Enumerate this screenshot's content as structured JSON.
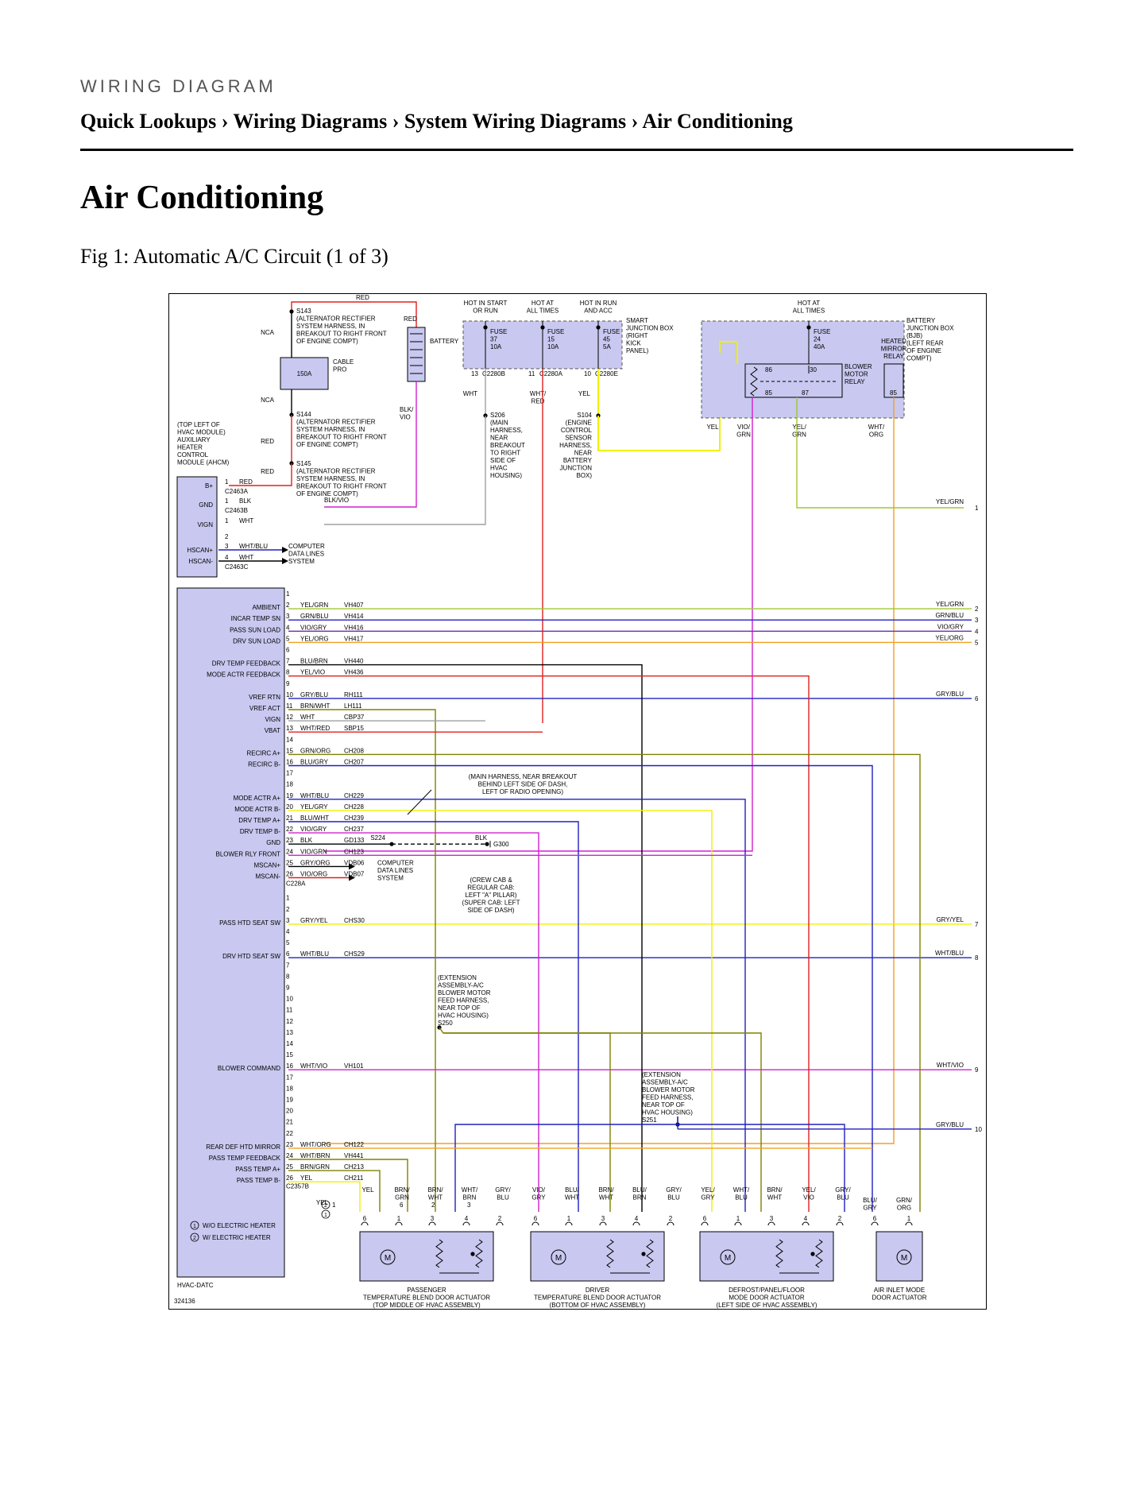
{
  "header": {
    "kicker": "WIRING DIAGRAM",
    "breadcrumb": "Quick Lookups › Wiring Diagrams › System Wiring Diagrams › Air Conditioning",
    "page_title": "Air Conditioning",
    "figure_caption": "Fig 1: Automatic A/C Circuit (1 of 3)"
  },
  "diagram": {
    "figure_id": "324136",
    "colors": {
      "panel": "#c8c8f0",
      "red": "#e02020",
      "magenta": "#d020d0",
      "yellow": "#f0f000",
      "green": "#a0c830",
      "blue": "#2020c0",
      "orange": "#f0a020",
      "olive": "#808000",
      "gray": "#a0a0a0",
      "black": "#000000",
      "violet": "#7030a0"
    },
    "top_labels": {
      "red_top": "RED",
      "s143": [
        "S143",
        "(ALTERNATOR RECTIFIER",
        "SYSTEM HARNESS, IN",
        "BREAKOUT TO RIGHT FRONT",
        "OF ENGINE COMPT)"
      ],
      "s144": [
        "S144",
        "(ALTERNATOR RECTIFIER",
        "SYSTEM HARNESS, IN",
        "BREAKOUT TO RIGHT FRONT",
        "OF ENGINE COMPT)"
      ],
      "s145": [
        "S145",
        "(ALTERNATOR RECTIFIER",
        "SYSTEM HARNESS, IN",
        "BREAKOUT TO RIGHT FRONT",
        "OF ENGINE COMPT)"
      ],
      "nca_top": "NCA",
      "nca_bottom": "NCA",
      "red_mid": "RED",
      "red_s144": "RED",
      "red_s145": "RED",
      "fuse150": "150A",
      "cable_pro": [
        "CABLE",
        "PRO"
      ],
      "battery": "BATTERY",
      "blk_vio": [
        "BLK/",
        "VIO"
      ],
      "hot_start": [
        "HOT IN START",
        "OR RUN"
      ],
      "hot_all": [
        "HOT AT",
        "ALL TIMES"
      ],
      "hot_run": [
        "HOT IN RUN",
        "AND ACC"
      ],
      "fuse37": [
        "FUSE",
        "37",
        "10A"
      ],
      "fuse15": [
        "FUSE",
        "15",
        "10A"
      ],
      "fuse45": [
        "FUSE",
        "45",
        "5A"
      ],
      "sjb": [
        "SMART",
        "JUNCTION BOX",
        "(RIGHT",
        "KICK",
        "PANEL)"
      ],
      "conn13": "13",
      "c2280b": "C2280B",
      "conn11": "11",
      "c2280a": "C2280A",
      "conn10": "10",
      "c2280e": "C2280E",
      "wht": "WHT",
      "wht_red": [
        "WHT/",
        "RED"
      ],
      "yel": "YEL",
      "s206": [
        "S206",
        "(MAIN",
        "HARNESS,",
        "NEAR",
        "BREAKOUT",
        "TO RIGHT",
        "SIDE OF",
        "HVAC",
        "HOUSING)"
      ],
      "s104": [
        "S104",
        "(ENGINE",
        "CONTROL",
        "SENSOR",
        "HARNESS,",
        "NEAR",
        "BATTERY",
        "JUNCTION",
        "BOX)"
      ],
      "hot_all_bjb": [
        "HOT AT",
        "ALL TIMES"
      ],
      "fuse24": [
        "FUSE",
        "24",
        "40A"
      ],
      "bjb": [
        "BATTERY",
        "JUNCTION BOX",
        "(BJB)",
        "(LEFT REAR",
        "OF ENGINE",
        "COMPT)"
      ],
      "heated_mirror": [
        "HEATED",
        "MIRROR",
        "RELAY"
      ],
      "blower_relay": [
        "BLOWER",
        "MOTOR",
        "RELAY"
      ],
      "relay_pins": [
        "86",
        "30",
        "85",
        "87",
        "85"
      ],
      "bjb_wires": [
        [
          "YEL"
        ],
        [
          "VIO/",
          "GRN"
        ],
        [
          "YEL/",
          "GRN"
        ],
        [
          "WHT/",
          "ORG"
        ]
      ],
      "ahcm": [
        "(TOP LEFT OF",
        "HVAC MODULE)",
        "AUXILIARY",
        "HEATER",
        "CONTROL",
        "MODULE (AHCM)"
      ]
    },
    "ahcm_pins": [
      {
        "label": "B+",
        "pin": "1",
        "color": "RED",
        "conn": "C2463A"
      },
      {
        "label": "GND",
        "pin": "1",
        "color": "BLK",
        "conn": "C2463B"
      },
      {
        "label": "VIGN",
        "pin": "1",
        "color": "WHT",
        "conn": ""
      },
      {
        "label": "HSCAN+",
        "pin": "3",
        "color": "WHT/BLU",
        "conn": ""
      },
      {
        "label": "HSCAN-",
        "pin": "4",
        "color": "WHT",
        "conn": "C2463C"
      }
    ],
    "ahcm_extra": {
      "pin2": "2",
      "blk_vio": "BLK/VIO",
      "data_lines": [
        "COMPUTER",
        "DATA LINES",
        "SYSTEM"
      ],
      "yel_grn_right": "YEL/GRN",
      "out1": "1"
    },
    "module_a_rows": [
      {
        "pin": "1",
        "label": "",
        "color": "",
        "circuit": ""
      },
      {
        "pin": "2",
        "label": "AMBIENT",
        "color": "YEL/GRN",
        "circuit": "VH407"
      },
      {
        "pin": "3",
        "label": "INCAR TEMP SN",
        "color": "GRN/BLU",
        "circuit": "VH414"
      },
      {
        "pin": "4",
        "label": "PASS SUN LOAD",
        "color": "VIO/GRY",
        "circuit": "VH416"
      },
      {
        "pin": "5",
        "label": "DRV SUN LOAD",
        "color": "YEL/ORG",
        "circuit": "VH417"
      },
      {
        "pin": "6",
        "label": "",
        "color": "",
        "circuit": ""
      },
      {
        "pin": "7",
        "label": "DRV TEMP FEEDBACK",
        "color": "BLU/BRN",
        "circuit": "VH440"
      },
      {
        "pin": "8",
        "label": "MODE ACTR FEEDBACK",
        "color": "YEL/VIO",
        "circuit": "VH436"
      },
      {
        "pin": "9",
        "label": "",
        "color": "",
        "circuit": ""
      },
      {
        "pin": "10",
        "label": "VREF RTN",
        "color": "GRY/BLU",
        "circuit": "RH111"
      },
      {
        "pin": "11",
        "label": "VREF ACT",
        "color": "BRN/WHT",
        "circuit": "LH111"
      },
      {
        "pin": "12",
        "label": "VIGN",
        "color": "WHT",
        "circuit": "CBP37"
      },
      {
        "pin": "13",
        "label": "VBAT",
        "color": "WHT/RED",
        "circuit": "SBP15"
      },
      {
        "pin": "14",
        "label": "",
        "color": "",
        "circuit": ""
      },
      {
        "pin": "15",
        "label": "RECIRC A+",
        "color": "GRN/ORG",
        "circuit": "CH208"
      },
      {
        "pin": "16",
        "label": "RECIRC B-",
        "color": "BLU/GRY",
        "circuit": "CH207"
      },
      {
        "pin": "17",
        "label": "",
        "color": "",
        "circuit": ""
      },
      {
        "pin": "18",
        "label": "",
        "color": "",
        "circuit": ""
      },
      {
        "pin": "19",
        "label": "MODE ACTR A+",
        "color": "WHT/BLU",
        "circuit": "CH229"
      },
      {
        "pin": "20",
        "label": "MODE ACTR B-",
        "color": "YEL/GRY",
        "circuit": "CH228"
      },
      {
        "pin": "21",
        "label": "DRV TEMP A+",
        "color": "BLU/WHT",
        "circuit": "CH239"
      },
      {
        "pin": "22",
        "label": "DRV TEMP B-",
        "color": "VIO/GRY",
        "circuit": "CH237"
      },
      {
        "pin": "23",
        "label": "GND",
        "color": "BLK",
        "circuit": "GD133"
      },
      {
        "pin": "24",
        "label": "BLOWER RLY FRONT",
        "color": "VIO/GRN",
        "circuit": "CH123"
      },
      {
        "pin": "25",
        "label": "MSCAN+",
        "color": "GRY/ORG",
        "circuit": "VDB06"
      },
      {
        "pin": "26",
        "label": "MSCAN-",
        "color": "VIO/ORG",
        "circuit": "VDB07"
      }
    ],
    "module_a_conn": "C228A",
    "module_b_rows": [
      {
        "pin": "1",
        "label": "",
        "color": "",
        "circuit": ""
      },
      {
        "pin": "2",
        "label": "",
        "color": "",
        "circuit": ""
      },
      {
        "pin": "3",
        "label": "PASS HTD SEAT SW",
        "color": "GRY/YEL",
        "circuit": "CHS30"
      },
      {
        "pin": "4",
        "label": "",
        "color": "",
        "circuit": ""
      },
      {
        "pin": "5",
        "label": "",
        "color": "",
        "circuit": ""
      },
      {
        "pin": "6",
        "label": "DRV HTD SEAT SW",
        "color": "WHT/BLU",
        "circuit": "CHS29"
      },
      {
        "pin": "7",
        "label": "",
        "color": "",
        "circuit": ""
      },
      {
        "pin": "8",
        "label": "",
        "color": "",
        "circuit": ""
      },
      {
        "pin": "9",
        "label": "",
        "color": "",
        "circuit": ""
      },
      {
        "pin": "10",
        "label": "",
        "color": "",
        "circuit": ""
      },
      {
        "pin": "11",
        "label": "",
        "color": "",
        "circuit": ""
      },
      {
        "pin": "12",
        "label": "",
        "color": "",
        "circuit": ""
      },
      {
        "pin": "13",
        "label": "",
        "color": "",
        "circuit": ""
      },
      {
        "pin": "14",
        "label": "",
        "color": "",
        "circuit": ""
      },
      {
        "pin": "15",
        "label": "",
        "color": "",
        "circuit": ""
      },
      {
        "pin": "16",
        "label": "BLOWER COMMAND",
        "color": "WHT/VIO",
        "circuit": "VH101"
      },
      {
        "pin": "17",
        "label": "",
        "color": "",
        "circuit": ""
      },
      {
        "pin": "18",
        "label": "",
        "color": "",
        "circuit": ""
      },
      {
        "pin": "19",
        "label": "",
        "color": "",
        "circuit": ""
      },
      {
        "pin": "20",
        "label": "",
        "color": "",
        "circuit": ""
      },
      {
        "pin": "21",
        "label": "",
        "color": "",
        "circuit": ""
      },
      {
        "pin": "22",
        "label": "",
        "color": "",
        "circuit": ""
      },
      {
        "pin": "23",
        "label": "REAR DEF HTD MIRROR",
        "color": "WHT/ORG",
        "circuit": "CH122"
      },
      {
        "pin": "24",
        "label": "PASS TEMP FEEDBACK",
        "color": "WHT/BRN",
        "circuit": "VH441"
      },
      {
        "pin": "25",
        "label": "PASS TEMP A+",
        "color": "BRN/GRN",
        "circuit": "CH213"
      },
      {
        "pin": "26",
        "label": "PASS TEMP B-",
        "color": "YEL",
        "circuit": "CH211"
      }
    ],
    "module_b_conn": "C2357B",
    "module_name": "HVAC-DATC",
    "right_edge_labels": [
      {
        "color": "YEL/GRN",
        "num": "2"
      },
      {
        "color": "GRN/BLU",
        "num": "3"
      },
      {
        "color": "VIO/GRY",
        "num": "4"
      },
      {
        "color": "YEL/ORG",
        "num": "5"
      },
      {
        "color": "GRY/BLU",
        "num": "6"
      },
      {
        "color": "GRY/YEL",
        "num": "7"
      },
      {
        "color": "WHT/BLU",
        "num": "8"
      },
      {
        "color": "WHT/VIO",
        "num": "9"
      },
      {
        "color": "GRY/BLU",
        "num": "10"
      }
    ],
    "notes": {
      "main_harness": [
        "(MAIN HARNESS, NEAR BREAKOUT",
        "BEHIND LEFT SIDE OF DASH,",
        "LEFT OF RADIO OPENING)"
      ],
      "s224": "S224",
      "blk": "BLK",
      "g300": "G300",
      "crew_cab": [
        "(CREW CAB &",
        "REGULAR CAB:",
        "LEFT \"A\" PILLAR)",
        "(SUPER CAB: LEFT",
        "SIDE OF DASH)"
      ],
      "data_lines": [
        "COMPUTER",
        "DATA LINES",
        "SYSTEM"
      ],
      "s250": [
        "(EXTENSION",
        "ASSEMBLY-A/C",
        "BLOWER MOTOR",
        "FEED HARNESS,",
        "NEAR TOP OF",
        "HVAC HOUSING)",
        "S250"
      ],
      "s251": [
        "(EXTENSION",
        "ASSEMBLY-A/C",
        "BLOWER MOTOR",
        "FEED HARNESS,",
        "NEAR TOP OF",
        "HVAC HOUSING)",
        "S251"
      ]
    },
    "actuator_wires": {
      "passenger": [
        [
          "YEL"
        ],
        [
          "BRN/",
          "GRN"
        ],
        [
          "BRN/",
          "WHT"
        ],
        [
          "WHT/",
          "BRN"
        ],
        [
          "GRY/",
          "BLU"
        ]
      ],
      "passenger_pins_top": [
        "1",
        "6",
        "2",
        "3"
      ],
      "passenger_pins_bot": [
        "6",
        "1",
        "3",
        "4",
        "2"
      ],
      "driver": [
        [
          "VIO/",
          "GRY"
        ],
        [
          "BLU/",
          "WHT"
        ],
        [
          "BRN/",
          "WHT"
        ],
        [
          "BLU/",
          "BRN"
        ],
        [
          "GRY/",
          "BLU"
        ]
      ],
      "driver_pins": [
        "6",
        "1",
        "3",
        "4",
        "2"
      ],
      "defrost": [
        [
          "YEL/",
          "GRY"
        ],
        [
          "WHT/",
          "BLU"
        ],
        [
          "BRN/",
          "WHT"
        ],
        [
          "YEL/",
          "VIO"
        ],
        [
          "GRY/",
          "BLU"
        ]
      ],
      "defrost_pins": [
        "6",
        "1",
        "3",
        "4",
        "2"
      ],
      "inlet": [
        [
          "BLU/",
          "GRY"
        ],
        [
          "GRN/",
          "ORG"
        ]
      ],
      "inlet_pins": [
        "6",
        "1"
      ]
    },
    "actuators": [
      [
        "PASSENGER",
        "TEMPERATURE BLEND DOOR ACTUATOR",
        "(TOP MIDDLE OF HVAC ASSEMBLY)"
      ],
      [
        "DRIVER",
        "TEMPERATURE BLEND DOOR ACTUATOR",
        "(BOTTOM OF HVAC ASSEMBLY)"
      ],
      [
        "DEFROST/PANEL/FLOOR",
        "MODE DOOR ACTUATOR",
        "(LEFT SIDE OF HVAC ASSEMBLY)"
      ],
      [
        "AIR INLET MODE",
        "DOOR ACTUATOR"
      ]
    ],
    "motor_symbol": "M",
    "legend": [
      {
        "num": "1",
        "text": "W/O ELECTRIC HEATER"
      },
      {
        "num": "2",
        "text": "W/ ELECTRIC HEATER"
      }
    ]
  }
}
